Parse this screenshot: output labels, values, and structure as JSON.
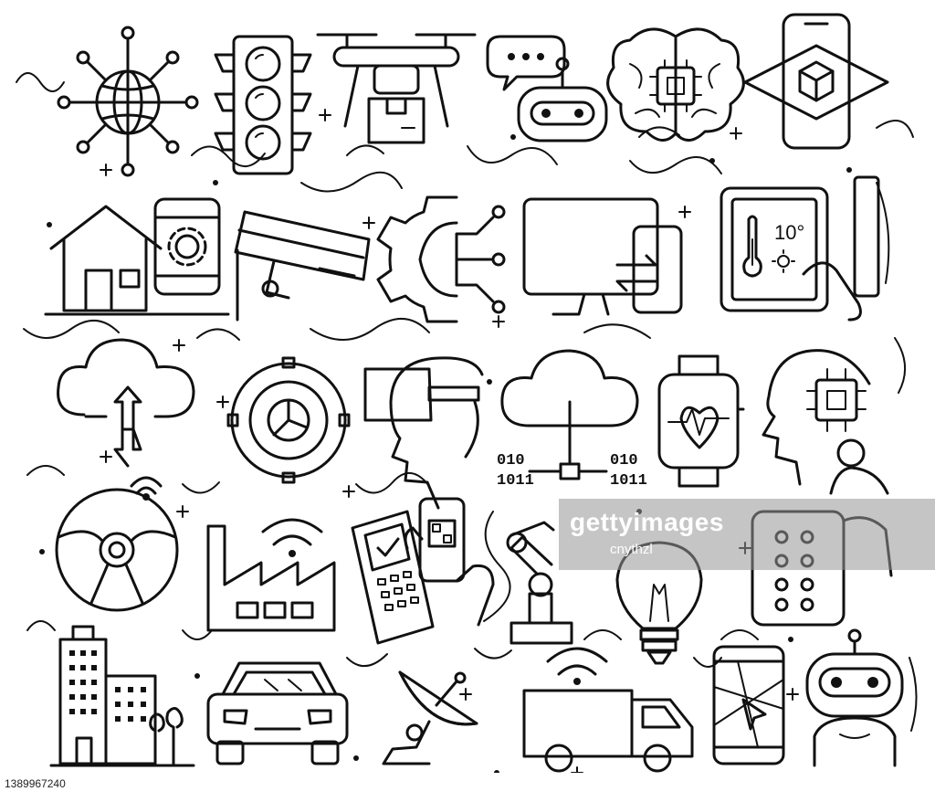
{
  "watermark": {
    "logo": "gettyimages",
    "credit": "cnythzl"
  },
  "footer": {
    "image_id": "1389967240"
  },
  "device_texts": {
    "thermostat_reading": "10°",
    "binary_left": [
      "010",
      "1011"
    ],
    "binary_right": [
      "010",
      "1011"
    ]
  },
  "colors": {
    "ink": "#111111",
    "background": "#ffffff",
    "watermark_band": "#969696"
  },
  "icons": [
    "globe-network-icon",
    "traffic-light-icon",
    "delivery-drone-icon",
    "chatbot-speech-icon",
    "ai-brain-chip-icon",
    "smartphone-ar-cube-icon",
    "smart-home-icon",
    "phone-settings-icon",
    "security-camera-icon",
    "gear-circuit-icon",
    "monitor-phone-sync-icon",
    "tablet-thermostat-icon",
    "cloud-transfer-icon",
    "target-pie-chart-icon",
    "vr-headset-head-icon",
    "cloud-network-icon",
    "smartwatch-heart-icon",
    "ai-head-chip-icon",
    "steering-wheel-icon",
    "factory-wifi-icon",
    "payment-terminal-icon",
    "phone-qr-scan-icon",
    "robot-arm-icon",
    "smart-bulb-icon",
    "phone-keypad-icon",
    "smart-city-buildings-icon",
    "car-front-icon",
    "satellite-dish-icon",
    "delivery-truck-icon",
    "phone-map-icon",
    "robot-icon"
  ]
}
